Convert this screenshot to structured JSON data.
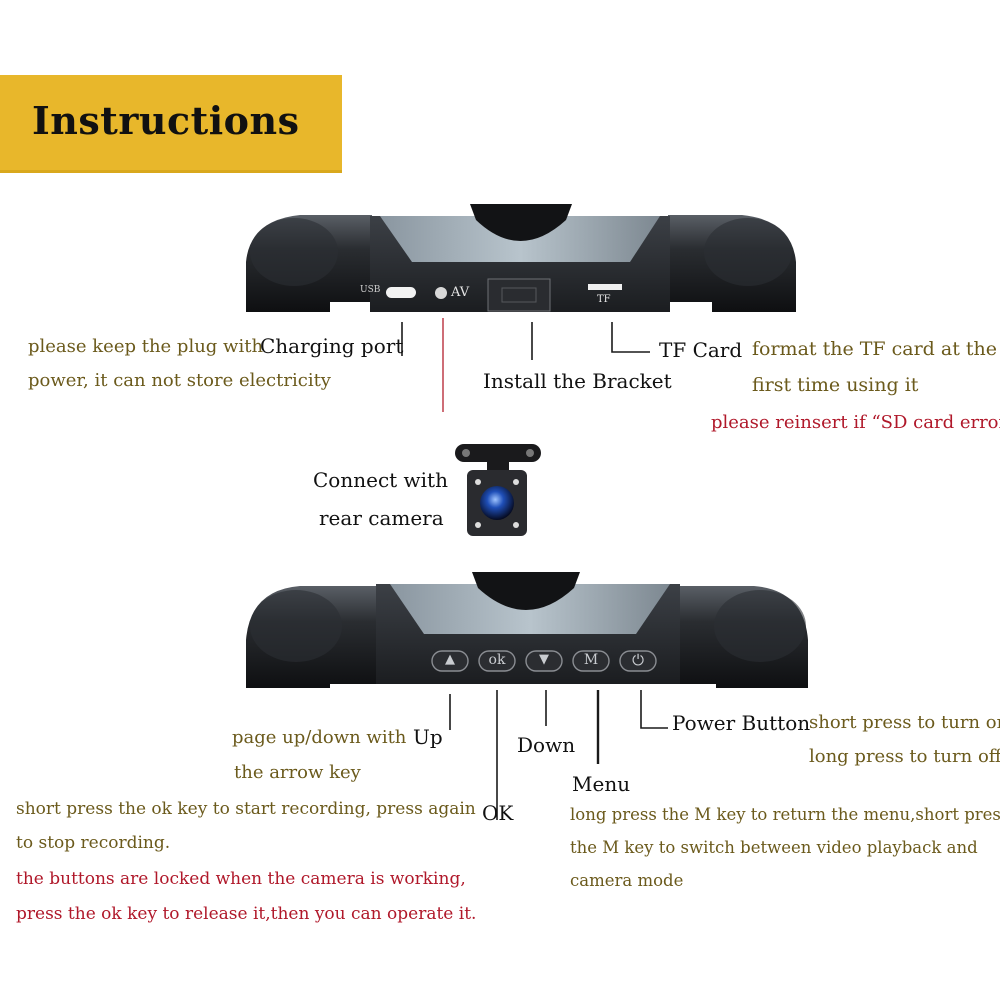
{
  "title": "Instructions",
  "colors": {
    "banner": "#e8b72b",
    "note_olive": "#6b5a1c",
    "note_red": "#b0182a",
    "label": "#111111"
  },
  "top_device": {
    "port_labels": {
      "usb": "USB",
      "av": "AV",
      "tf": "TF"
    },
    "labels": {
      "charging_port": "Charging port",
      "install_bracket": "Install the Bracket",
      "tf_card": "TF Card",
      "connect_with": "Connect with",
      "rear_camera": "rear camera"
    },
    "notes": {
      "plug_line1": "please keep the plug with",
      "plug_line2": "power, it can not store electricity",
      "tf_line1": "format the TF card at the",
      "tf_line2": "first time using it",
      "tf_error": "please reinsert if “SD card error”"
    }
  },
  "bottom_device": {
    "button_glyphs": {
      "up": "▲",
      "ok": "ok",
      "down": "▼",
      "menu": "M",
      "power": "⏻"
    },
    "labels": {
      "up": "Up",
      "down": "Down",
      "menu": "Menu",
      "ok": "OK",
      "power": "Power Button"
    },
    "notes": {
      "page_line1": "page up/down with",
      "page_line2": "the arrow key",
      "power_line1": "short press to turn on",
      "power_line2": "long press to turn off",
      "ok_line1": "short press the ok key to start recording, press again",
      "ok_line2": "to stop recording.",
      "lock_line1": "the buttons are locked when the camera is working,",
      "lock_line2": "press the ok key to release it,then you can operate it.",
      "menu_line1": "long press the M key to return the menu,short press",
      "menu_line2": "the M key to switch between video playback and",
      "menu_line3": "camera mode"
    }
  }
}
